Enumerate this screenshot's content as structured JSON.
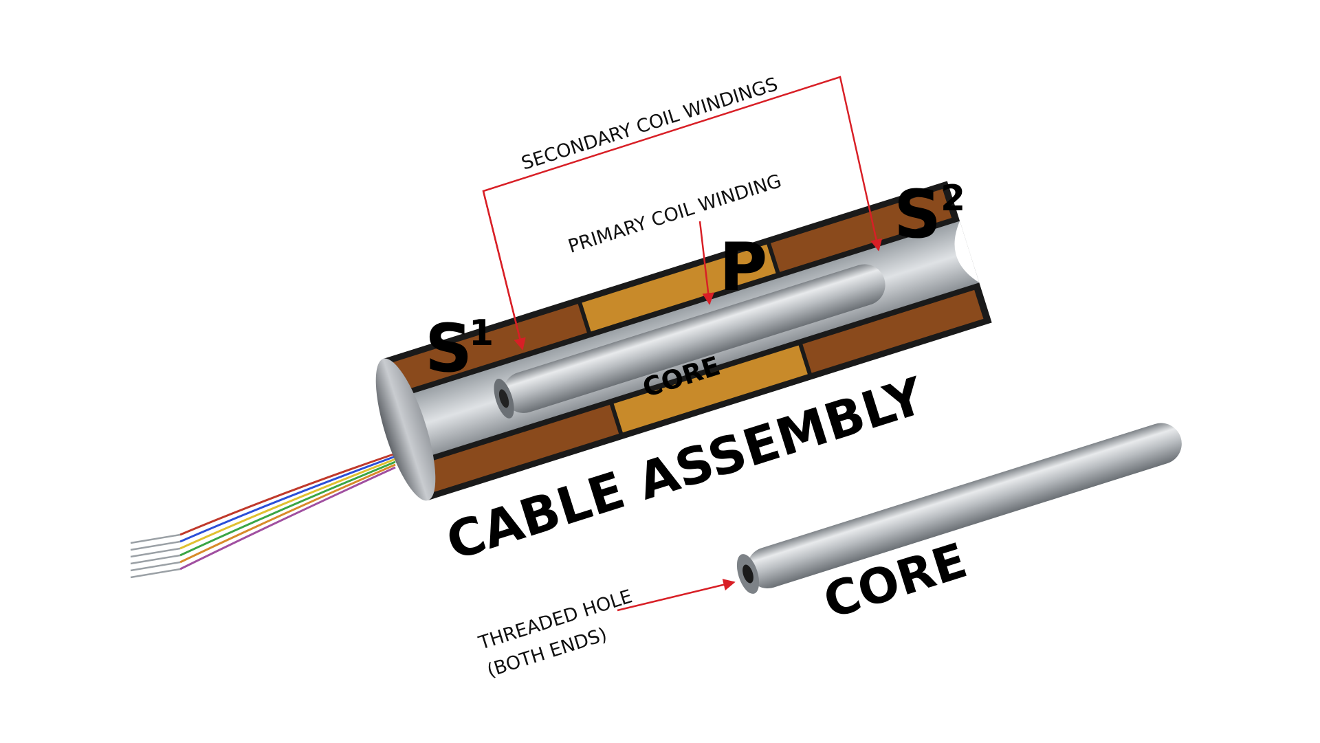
{
  "labels": {
    "secondary": "SECONDARY COIL WINDINGS",
    "primary": "PRIMARY COIL WINDING",
    "s1_letter": "S",
    "s1_sup": "1",
    "s2_letter": "S",
    "s2_sup": "2",
    "p": "P",
    "core_inner": "CORE",
    "cable_assembly": "CABLE ASSEMBLY",
    "core": "CORE",
    "threaded_line1": "THREADED HOLE",
    "threaded_line2": "(BOTH ENDS)"
  },
  "colors": {
    "arrow_red": "#d81f26",
    "secondary_coil": "#8a4a1c",
    "primary_coil": "#c88a2a",
    "housing_dark": "#1a1a1a",
    "metal": "#b8bcc0",
    "wires": [
      "#c0392b",
      "#2b4fd8",
      "#e0c030",
      "#3aa545",
      "#d88a2a",
      "#a04fa0"
    ]
  }
}
